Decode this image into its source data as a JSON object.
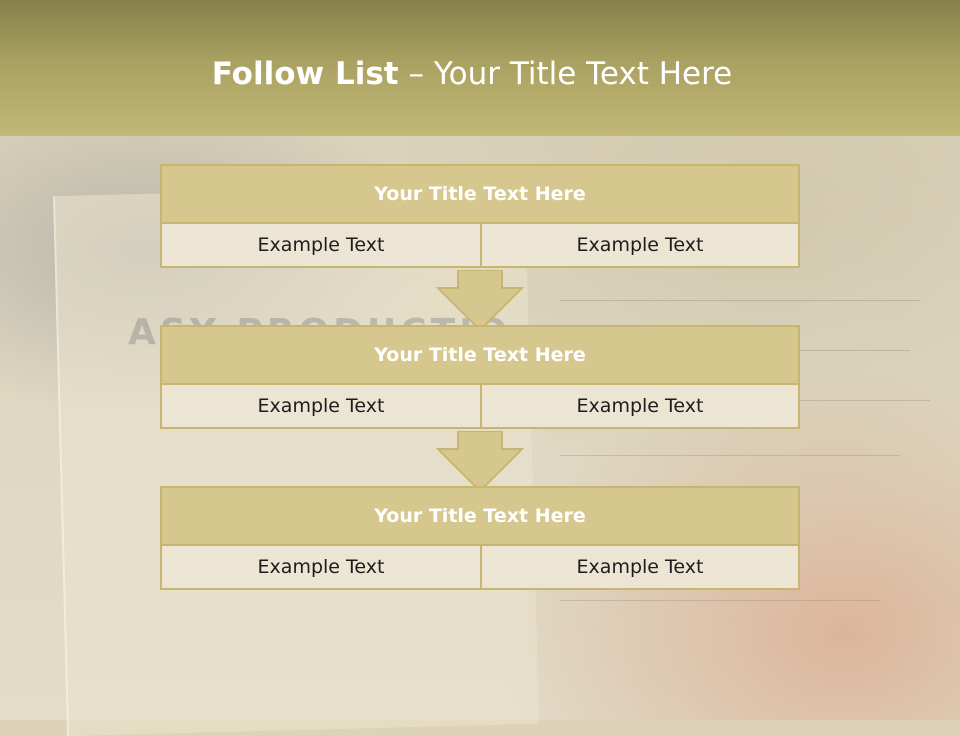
{
  "slide": {
    "title_bold": "Follow List",
    "title_rest": "– Your Title Text Here",
    "watermark": "ASY PRODUCTIO"
  },
  "blocks": [
    {
      "title": "Your Title Text Here",
      "left": "Example Text",
      "right": "Example Text"
    },
    {
      "title": "Your Title Text Here",
      "left": "Example Text",
      "right": "Example Text"
    },
    {
      "title": "Your Title Text Here",
      "left": "Example Text",
      "right": "Example Text"
    }
  ],
  "colors": {
    "header": "#a9a161",
    "box_head": "#d6c78f",
    "box_cell": "#ece5d3",
    "border": "#c7b572"
  }
}
